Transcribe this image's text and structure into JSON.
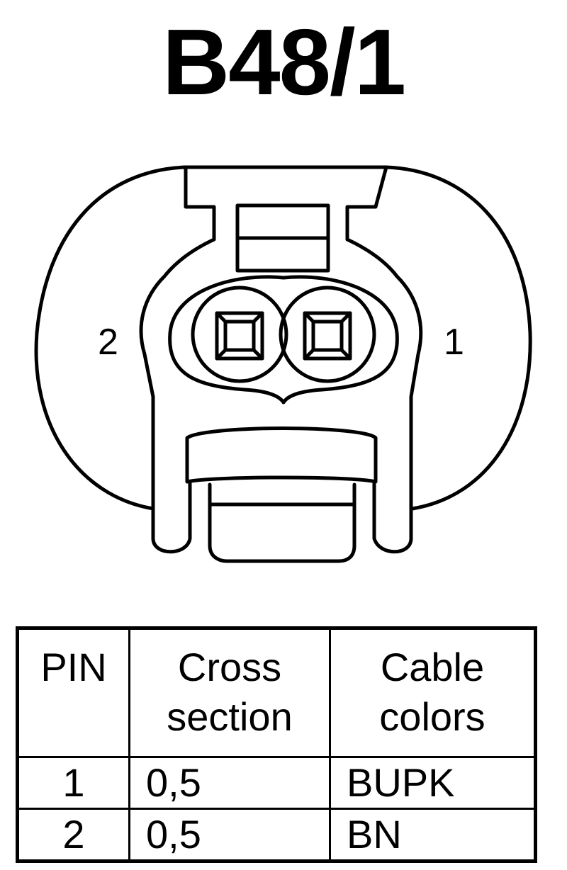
{
  "title": "B48/1",
  "connector": {
    "pin_labels": [
      "2",
      "1"
    ]
  },
  "table": {
    "headers": {
      "pin": "PIN",
      "cross_section_line1": "Cross",
      "cross_section_line2": "section",
      "cable_colors_line1": "Cable",
      "cable_colors_line2": "colors"
    },
    "rows": [
      {
        "pin": "1",
        "cross_section": "0,5",
        "cable_color": "BUPK"
      },
      {
        "pin": "2",
        "cross_section": "0,5",
        "cable_color": "BN"
      }
    ]
  }
}
